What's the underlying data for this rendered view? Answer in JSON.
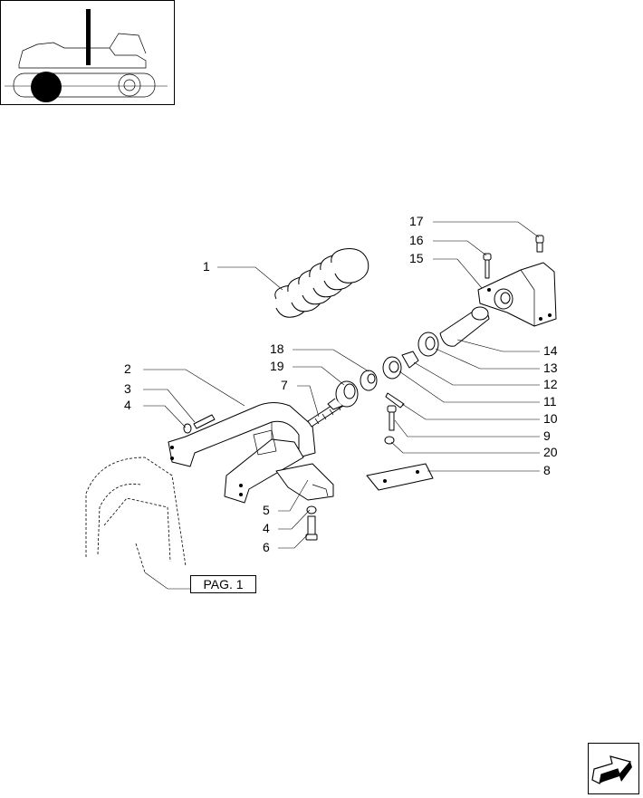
{
  "diagram": {
    "page_ref": "PAG. 1",
    "callouts": [
      "1",
      "2",
      "3",
      "4",
      "5",
      "4",
      "6",
      "7",
      "18",
      "19",
      "17",
      "16",
      "15",
      "14",
      "13",
      "12",
      "11",
      "10",
      "9",
      "20",
      "8"
    ]
  },
  "thumbnail": {
    "icon": "tractor-locator-icon"
  },
  "navigation": {
    "icon": "arrow-next-page-icon"
  },
  "colors": {
    "line": "#000000",
    "background": "#ffffff"
  }
}
